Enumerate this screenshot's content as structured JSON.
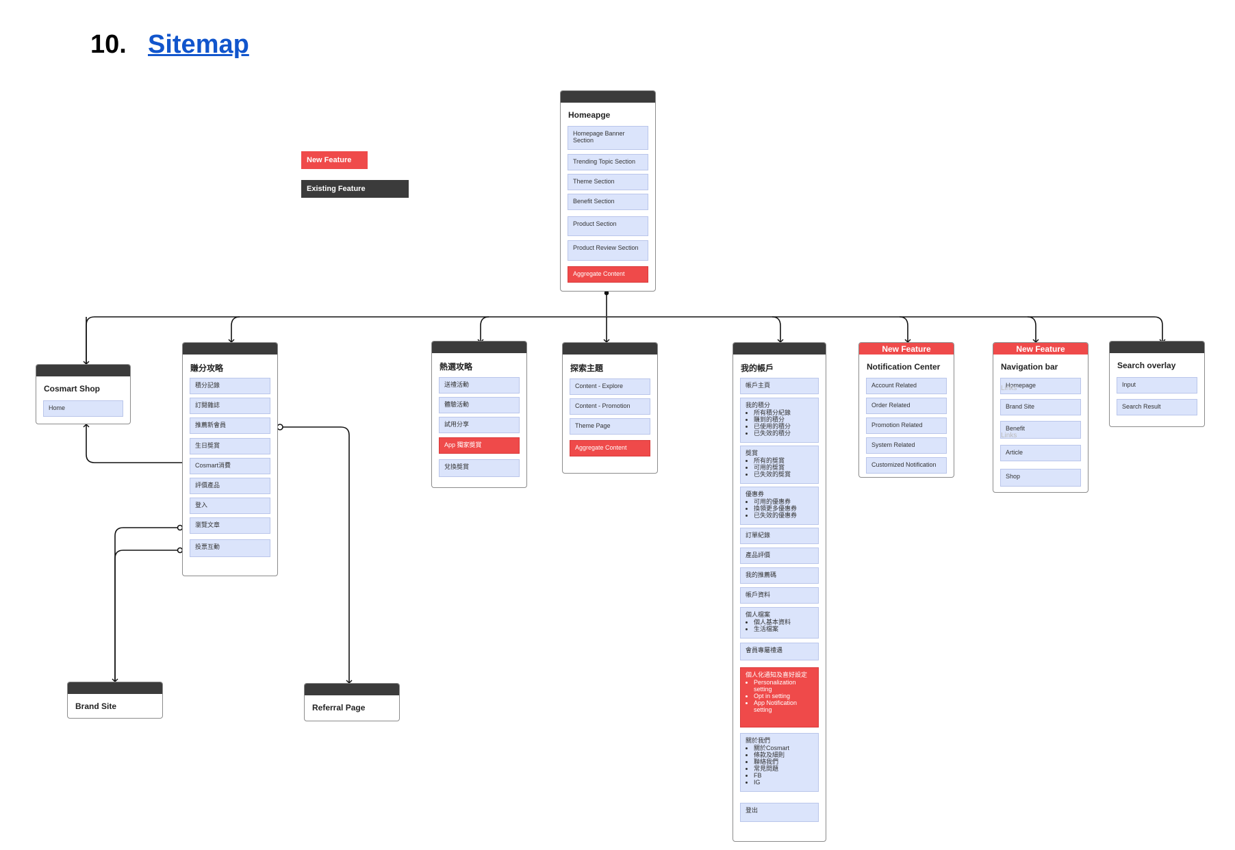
{
  "heading": {
    "number": "10.",
    "title": "Sitemap"
  },
  "legend": {
    "new": "New Feature",
    "existing": "Existing Feature"
  },
  "colors": {
    "new": "#ef4a4a",
    "existing": "#3b3b3b",
    "item": "#dbe4fb"
  },
  "homepage": {
    "title": "Homeapge",
    "items": [
      "Homepage Banner Section",
      "Trending Topic Section",
      "Theme Section",
      "Benefit Section",
      "Product Section",
      "Product Review Section",
      "Aggregate Content"
    ]
  },
  "cosmart_shop": {
    "title": "Cosmart Shop",
    "items": [
      "Home"
    ]
  },
  "earn": {
    "title": "賺分攻略",
    "items": [
      "積分記錄",
      "訂閱雜誌",
      "推薦新會員",
      "生日獎賞",
      "Cosmart消費",
      "評價產品",
      "登入",
      "瀏覽文章",
      "投票互動"
    ]
  },
  "hot": {
    "title": "熱選攻略",
    "items": [
      "送禮活動",
      "體驗活動",
      "試用分享",
      "App 獨家獎賞",
      "兌換獎賞"
    ]
  },
  "explore": {
    "title": "探索主題",
    "items": [
      "Content - Explore",
      "Content - Promotion",
      "Theme Page",
      "Aggregate Content"
    ]
  },
  "account": {
    "title": "我的帳戶",
    "items": [
      {
        "label": "帳戶主頁",
        "sub": []
      },
      {
        "label": "我的積分",
        "sub": [
          "所有積分紀錄",
          "賺到的積分",
          "已使用的積分",
          "已失效的積分"
        ]
      },
      {
        "label": "獎賞",
        "sub": [
          "所有的獎賞",
          "可用的獎賞",
          "已失效的獎賞"
        ]
      },
      {
        "label": "優惠券",
        "sub": [
          "可用的優惠券",
          "換領更多優惠券",
          "已失效的優惠券"
        ]
      },
      {
        "label": "訂單紀錄",
        "sub": []
      },
      {
        "label": "產品評價",
        "sub": []
      },
      {
        "label": "我的推薦碼",
        "sub": []
      },
      {
        "label": "帳戶資料",
        "sub": []
      },
      {
        "label": "個人檔案",
        "sub": [
          "個人基本資料",
          "生活檔案"
        ]
      },
      {
        "label": "會員專屬禮遇",
        "sub": []
      },
      {
        "label": "個人化通知及喜好設定",
        "sub": [
          "Personalization setting",
          "Opt in setting",
          "App Notification setting"
        ]
      },
      {
        "label": "關於我們",
        "sub": [
          "關於Cosmart",
          "條款及細則",
          "聯絡我們",
          "常見問題",
          "FB",
          "IG"
        ]
      },
      {
        "label": "登出",
        "sub": []
      }
    ]
  },
  "notification": {
    "header": "New Feature",
    "title": "Notification Center",
    "items": [
      "Account Related",
      "Order Related",
      "Promotion Related",
      "System Related",
      "Customized Notification"
    ]
  },
  "navigation": {
    "header": "New Feature",
    "title": "Navigation bar",
    "items": [
      "Homepage",
      "Brand Site",
      "Benefit",
      "Article",
      "Shop"
    ],
    "ghost": [
      "Links",
      "Links"
    ]
  },
  "search": {
    "title": "Search overlay",
    "items": [
      "Input",
      "Search Result"
    ]
  },
  "brand_site": {
    "title": "Brand Site"
  },
  "referral": {
    "title": "Referral Page"
  }
}
